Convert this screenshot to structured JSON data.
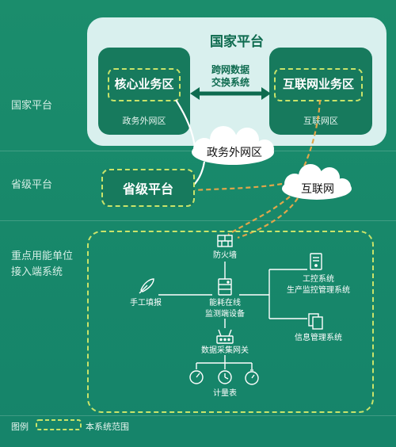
{
  "side_labels": {
    "national": "国家平台",
    "provincial": "省级平台",
    "enterprise_line1": "重点用能单位",
    "enterprise_line2": "接入端系统"
  },
  "national": {
    "title": "国家平台",
    "core_zone": {
      "label": "核心业务区",
      "sub": "政务外网区"
    },
    "internet_zone": {
      "label": "互联网业务区",
      "sub": "互联网区"
    },
    "exchange_line1": "跨网数据",
    "exchange_line2": "交换系统"
  },
  "clouds": {
    "gov": "政务外网区",
    "internet": "互联网"
  },
  "provincial": {
    "label": "省级平台"
  },
  "enterprise": {
    "firewall": "防火墙",
    "manual": "手工填报",
    "monitor_line1": "能耗在线",
    "monitor_line2": "监测端设备",
    "industrial_line1": "工控系统",
    "industrial_line2": "生产监控管理系统",
    "info_mgmt": "信息管理系统",
    "gateway": "数据采集网关",
    "meters": "计量表"
  },
  "legend": {
    "title": "图例",
    "item": "本系统范围"
  },
  "colors": {
    "background": "#1b8d6c",
    "dash": "#c9e36a",
    "zone": "#177a5d",
    "panel": "#d9f0ee",
    "internet_line": "#e0a64a"
  }
}
